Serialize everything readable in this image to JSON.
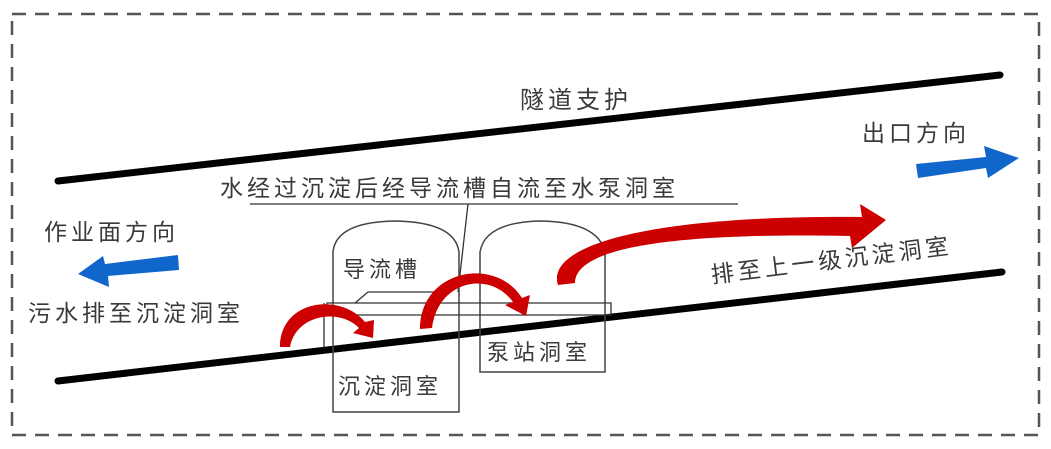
{
  "diagram": {
    "title": "Tunnel sewage settlement and pumping schematic",
    "colors": {
      "frame": "#555555",
      "tunnel_wall": "#000000",
      "flow_arrow": "#cc0000",
      "direction_arrow": "#1166cc",
      "text": "#3a3a3a"
    },
    "labels": {
      "tunnel_support": "隧道支护",
      "exit_direction": "出口方向",
      "work_face_direction": "作业面方向",
      "sewage_to_settling": "污水排至沉淀洞室",
      "annotation": "水经过沉淀后经导流槽自流至水泵洞室",
      "diversion_channel": "导流槽",
      "settling_chamber": "沉淀洞室",
      "pump_chamber": "泵站洞室",
      "discharge_upper": "排至上一级沉淀洞室"
    },
    "arrows": {
      "exit": {
        "direction": "right",
        "icon": "arrow-right-icon"
      },
      "work_face": {
        "direction": "left",
        "icon": "arrow-left-icon"
      },
      "flows": [
        {
          "name": "into-settling",
          "icon": "curved-arrow-icon"
        },
        {
          "name": "settling-to-pump",
          "icon": "curved-arrow-icon"
        },
        {
          "name": "pump-to-upper",
          "icon": "curved-arrow-icon"
        }
      ]
    }
  }
}
